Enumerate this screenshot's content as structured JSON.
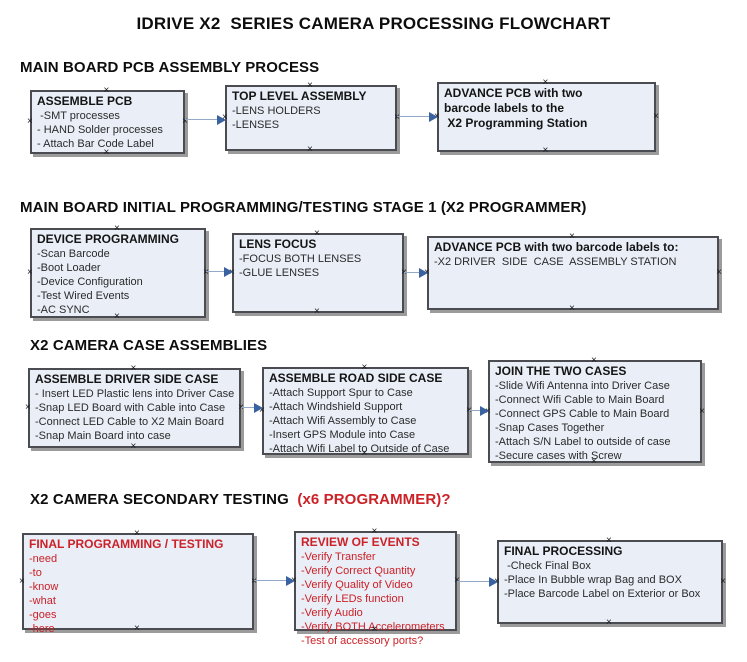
{
  "page_title": "IDRIVE X2  SERIES CAMERA PROCESSING FLOWCHART",
  "colors": {
    "box_fill": "#e9eef7",
    "box_border": "#4b4c52",
    "box_shadow": "#9b9b9b",
    "red_text": "#cc2127",
    "connector_line": "#93a9c7",
    "arrowhead": "#3b62a0"
  },
  "sections": [
    {
      "heading": "MAIN BOARD PCB ASSEMBLY PROCESS",
      "suffix": "",
      "boxes": [
        {
          "title": "ASSEMBLE PCB",
          "items": [
            " -SMT processes",
            "- HAND Solder processes",
            "- Attach Bar Code Label"
          ]
        },
        {
          "title": "TOP LEVEL ASSEMBLY",
          "items": [
            "-LENS HOLDERS",
            "-LENSES"
          ]
        },
        {
          "title": "ADVANCE PCB with two\nbarcode labels to the\n X2 Programming Station",
          "items": []
        }
      ]
    },
    {
      "heading": "MAIN BOARD INITIAL PROGRAMMING/TESTING STAGE 1 (X2 PROGRAMMER)",
      "suffix": "",
      "boxes": [
        {
          "title": "DEVICE PROGRAMMING",
          "items": [
            "-Scan Barcode",
            "-Boot Loader",
            "-Device Configuration",
            "-Test Wired Events",
            "-AC SYNC"
          ]
        },
        {
          "title": "LENS FOCUS",
          "items": [
            "-FOCUS BOTH LENSES",
            "-GLUE LENSES"
          ]
        },
        {
          "title": "ADVANCE PCB with two barcode labels to:",
          "items": [
            "-X2 DRIVER  SIDE  CASE  ASSEMBLY STATION"
          ]
        }
      ]
    },
    {
      "heading": "X2 CAMERA CASE ASSEMBLIES",
      "suffix": "",
      "boxes": [
        {
          "title": "ASSEMBLE DRIVER SIDE CASE",
          "items": [
            "- Insert LED Plastic lens into Driver Case",
            "-Snap LED Board with Cable into Case",
            "-Connect LED Cable to X2 Main Board",
            "-Snap Main Board into case"
          ]
        },
        {
          "title": "ASSEMBLE ROAD SIDE CASE",
          "items": [
            "-Attach Support Spur to Case",
            "-Attach Windshield Support",
            "-Attach Wifi Assembly to Case",
            "-Insert GPS Module into Case",
            "-Attach Wifi Label to Outside of Case"
          ]
        },
        {
          "title": "JOIN THE TWO CASES",
          "items": [
            "-Slide Wifi Antenna into Driver Case",
            "-Connect Wifi Cable to Main Board",
            "-Connect GPS Cable to Main Board",
            "-Snap Cases Together",
            "-Attach S/N Label to outside of case",
            "-Secure cases with Screw"
          ]
        }
      ]
    },
    {
      "heading": "X2 CAMERA SECONDARY TESTING  ",
      "suffix": "(x6 PROGRAMMER)?",
      "boxes": [
        {
          "title": "FINAL PROGRAMMING / TESTING",
          "items": [
            "-need",
            "-to",
            "-know",
            "-what",
            "-goes",
            "-here"
          ]
        },
        {
          "title": "REVIEW OF EVENTS",
          "items": [
            "-Verify Transfer",
            "-Verify Correct Quantity",
            "-Verify Quality of Video",
            "-Verify LEDs function",
            "-Verify Audio",
            "-Verify BOTH Accelerometers",
            "-Test of accessory ports?"
          ]
        },
        {
          "title": "FINAL PROCESSING",
          "items": [
            " -Check Final Box",
            "-Place In Bubble wrap Bag and BOX",
            "-Place Barcode Label on Exterior or Box"
          ]
        }
      ]
    }
  ]
}
